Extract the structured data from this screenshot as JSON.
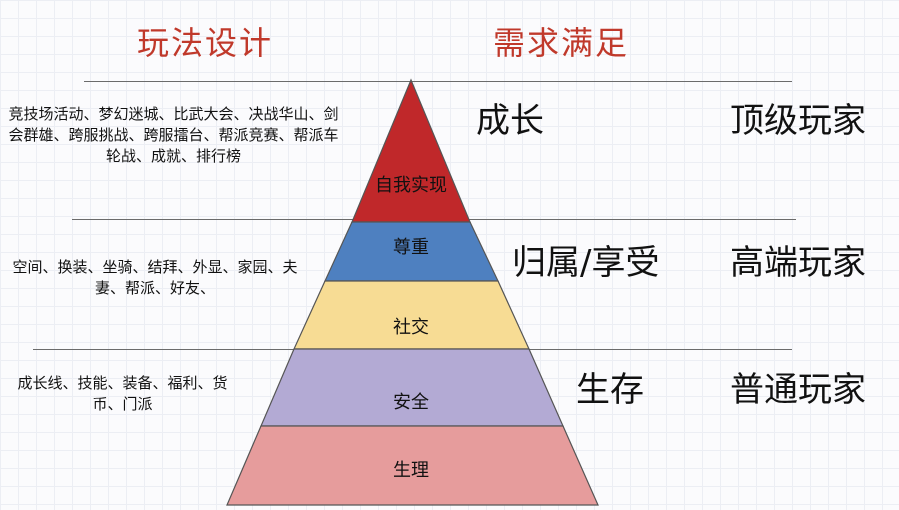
{
  "headers": {
    "left": "玩法设计",
    "right": "需求满足"
  },
  "descriptions": {
    "growth": "竞技场活动、梦幻迷城、比武大会、决战华山、剑会群雄、跨服挑战、跨服擂台、帮派竞赛、帮派车轮战、成就、排行榜",
    "belonging": "空间、换装、坐骑、结拜、外显、家园、夫妻、帮派、好友、",
    "survival": "成长线、技能、装备、福利、货币、门派"
  },
  "pyramid": {
    "layers": [
      {
        "label": "自我实现",
        "color": "#c0282a"
      },
      {
        "label": "尊重",
        "color": "#4e80c0"
      },
      {
        "label": "社交",
        "color": "#f7dc94"
      },
      {
        "label": "安全",
        "color": "#b3aad4"
      },
      {
        "label": "生理",
        "color": "#e69c9c"
      }
    ]
  },
  "needs": {
    "growth": "成长",
    "belonging": "归属/享受",
    "survival": "生存"
  },
  "players": {
    "top": "顶级玩家",
    "high": "高端玩家",
    "normal": "普通玩家"
  }
}
